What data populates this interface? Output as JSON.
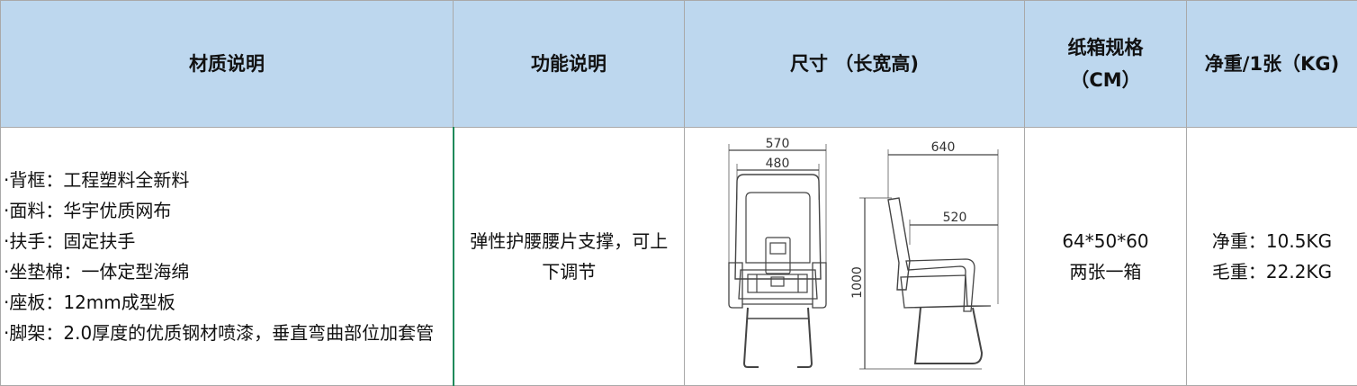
{
  "headers": {
    "material": "材质说明",
    "function": "功能说明",
    "size": "尺寸 （长宽高)",
    "carton_line1": "纸箱规格",
    "carton_line2": "（CM）",
    "weight": "净重/1张（KG)"
  },
  "materials": [
    "·背框：工程塑料全新料",
    "·面料：华宇优质网布",
    "·扶手：固定扶手",
    "·坐垫棉：一体定型海绵",
    "·座板：12mm成型板",
    "·脚架：2.0厚度的优质钢材喷漆，垂直弯曲部位加套管"
  ],
  "function_text": "弹性护腰腰片支撑，可上下调节",
  "dimensions": {
    "front_outer_width": "570",
    "front_inner_width": "480",
    "side_depth": "640",
    "seat_depth": "520",
    "height": "1000"
  },
  "carton": {
    "size": "64*50*60",
    "note": "两张一箱"
  },
  "weight": {
    "net": "净重：10.5KG",
    "gross": "毛重：22.2KG"
  }
}
